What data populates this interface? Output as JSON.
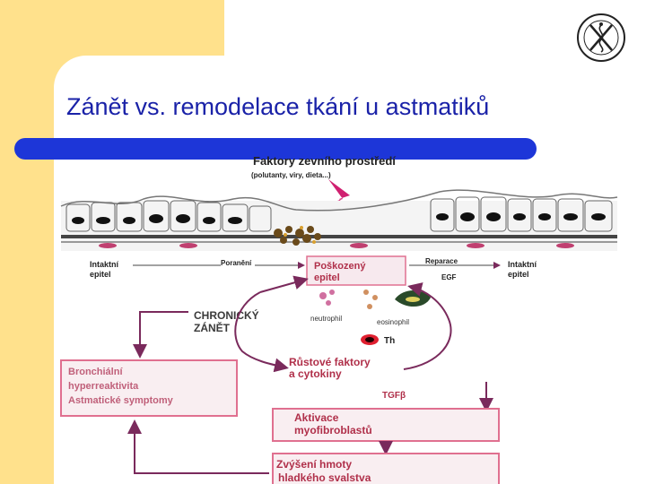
{
  "slide": {
    "title": "Zánět vs. remodelace tkání u astmatiků",
    "logo_icon": "university-seal-icon"
  },
  "diagram": {
    "environment_title": "Faktory zevního prostředí",
    "environment_sub": "(polutanty, viry, dieta...)",
    "intact_left_1": "Intaktní",
    "intact_left_2": "epitel",
    "injury": "Poranění",
    "damaged_1": "Poškozený",
    "damaged_2": "epitel",
    "repair": "Reparace",
    "egf": "EGF",
    "intact_right_1": "Intaktní",
    "intact_right_2": "epitel",
    "chronic_1": "CHRONICKÝ",
    "chronic_2": "ZÁNĚT",
    "neutrophil": "neutrophil",
    "eosinophil": "eosinophil",
    "th": "Th",
    "growth_1": "Růstové faktory",
    "growth_2": "a cytokiny",
    "tgf": "TGFβ",
    "bronch_1": "Bronchiální",
    "bronch_2": "hyperreaktivita",
    "bronch_3": "Astmatické symptomy",
    "activation_1": "Aktivace",
    "activation_2": "myofibroblastů",
    "increase_1": "Zvýšení hmoty",
    "increase_2": "hladkého svalstva"
  },
  "colors": {
    "yellow": "#ffe18c",
    "title_blue": "#1a22a8",
    "bar_blue": "#1d36d8",
    "arrow_purple": "#7a2a5c",
    "box_pink": "#e07090",
    "text_red": "#b0304a",
    "lightning": "#d02070"
  }
}
